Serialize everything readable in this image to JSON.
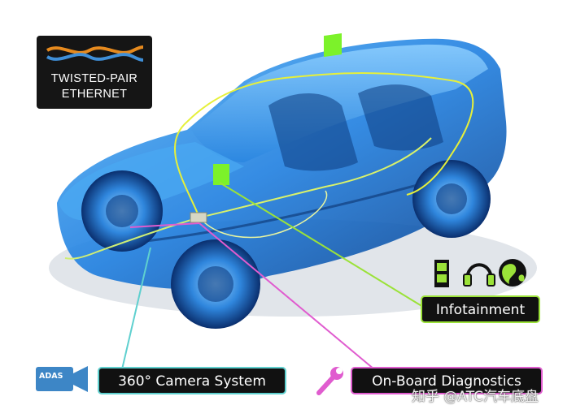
{
  "logo": {
    "line1": "TWISTED-PAIR",
    "line2": "ETHERNET"
  },
  "labels": {
    "infotainment": "Infotainment",
    "camera": "360° Camera System",
    "diagnostics": "On-Board Diagnostics",
    "adas": "ADAS"
  },
  "icons": [
    "film-strip-icon",
    "headphones-icon",
    "globe-icon",
    "camera-icon",
    "wrench-icon",
    "ethernet-switch-icon"
  ],
  "colors": {
    "infotainment_line": "#9be239",
    "camera_line": "#5fd0cf",
    "diagnostics_line": "#e05ccf",
    "wire_yellow": "#e6f03a",
    "car_blue": "#2f8fe6",
    "adas_badge": "#3d86c6"
  },
  "watermark": "知乎 @ATC汽车底盘"
}
